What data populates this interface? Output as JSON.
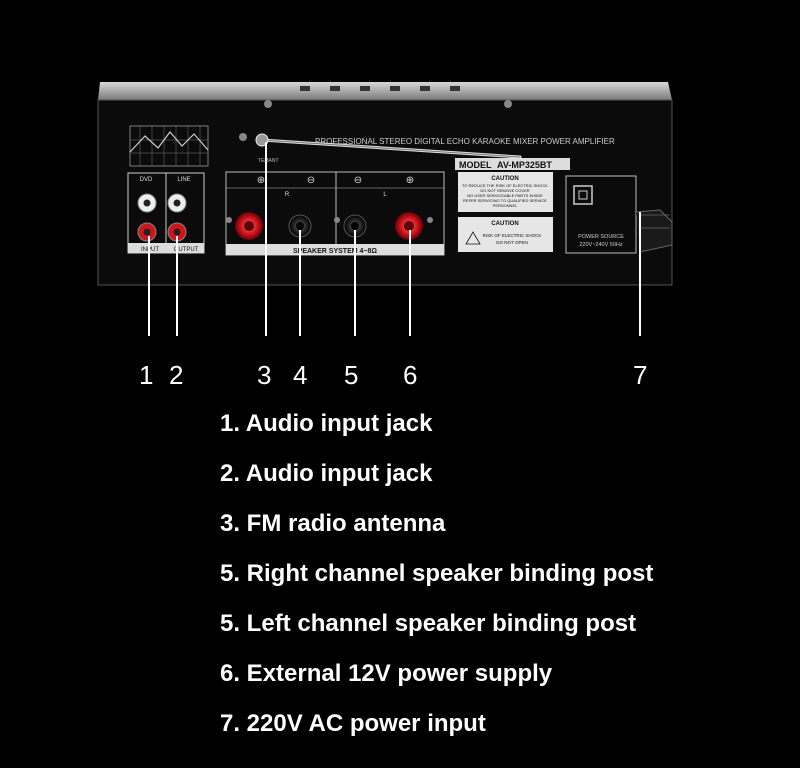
{
  "panel": {
    "header_text": "PROFESSIONAL STEREO DIGITAL ECHO KARAOKE MIXER POWER AMPLIFIER",
    "model_label": "MODEL",
    "model_number": "AV-MP325BT",
    "brand_text": "TEMANT",
    "dvd_label": "DVD",
    "line_label": "LINE",
    "input_label": "INPUT",
    "output_label": "OUTPUT",
    "r_label": "R",
    "l_label": "L",
    "speaker_system_label": "SPEAKER SYSTEM 4~8Ω",
    "caution_title_1": "CAUTION",
    "caution_text_1": [
      "TO REDUCE THE RISK OF ELECTRIC SHOCK",
      "DO NOT REMOVE COVER",
      "NO USER SERVICEABLE PARTS INSIDE",
      "REFER SERVICING TO QUALIFIED SERVICE",
      "PERSONNEL"
    ],
    "caution_title_2": "CAUTION",
    "caution_text_2": [
      "RISK OF ELECTRIC SHOCK",
      "DO NOT OPEN"
    ],
    "power_source_label": "POWER SOURCE",
    "power_source_value": "220V~240V 50Hz"
  },
  "callouts": [
    "1",
    "2",
    "3",
    "4",
    "5",
    "6",
    "7"
  ],
  "legend": [
    "1. Audio input jack",
    "2. Audio input jack",
    "3. FM radio antenna",
    "5. Right channel speaker binding post",
    "5. Left channel speaker binding post",
    "6. External 12V power supply",
    "7. 220V AC power input"
  ],
  "colors": {
    "background": "#000000",
    "panel": "#0b0b0b",
    "panel_edge": "#b8b8b8",
    "binding_post_red": "#d0141c",
    "text": "#ffffff"
  }
}
